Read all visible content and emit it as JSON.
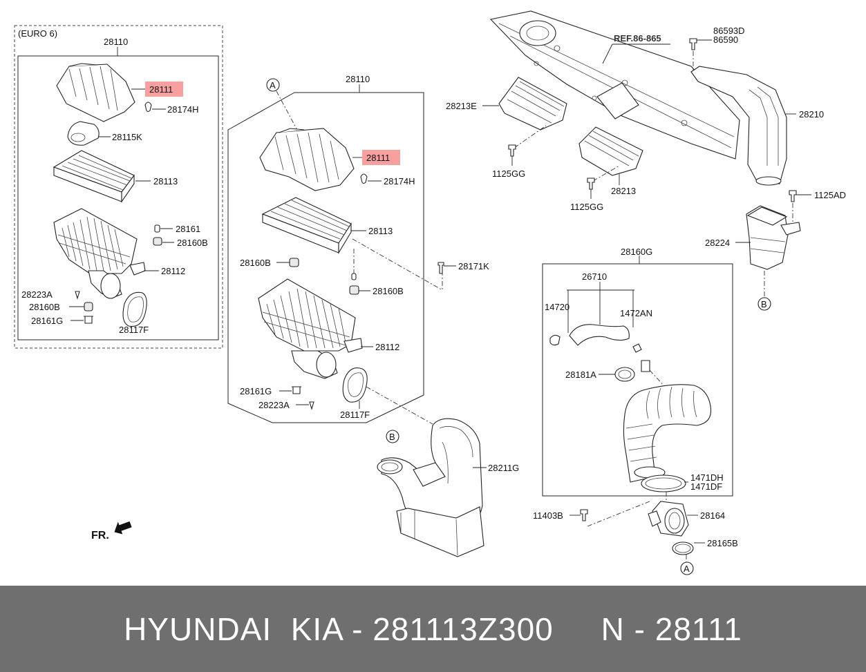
{
  "diagram": {
    "euro_box_label": "(EURO 6)",
    "left": {
      "group": "28110",
      "cover": "28111",
      "clip": "28174H",
      "resonator": "28115K",
      "filter": "28113",
      "grommet": "28161",
      "mount": "28160B",
      "body": "28112",
      "pin": "28223A",
      "mount2": "28160B",
      "bolt": "28161G",
      "seal": "28117F"
    },
    "center": {
      "ref_a": "A",
      "group": "28110",
      "cover": "28111",
      "clip": "28174H",
      "filter": "28113",
      "mount": "28160B",
      "mount_right": "28160B",
      "bolt": "28171K",
      "body": "28112",
      "bolt2": "28161G",
      "pin": "28223A",
      "seal": "28117F"
    },
    "top_right": {
      "ref": "REF.86-865",
      "nut1": "86593D",
      "nut2": "86590",
      "bracket": "28213E",
      "screw1": "1125GG",
      "duct_part": "28213",
      "screw2": "1125GG",
      "duct": "28210",
      "screw3": "1125AD",
      "hose": "28224",
      "ref_b": "B"
    },
    "hose_group": {
      "group": "28160G",
      "hose": "26710",
      "clip1": "14720",
      "clip2": "1472AN",
      "clamp": "28181A",
      "clamp2_a": "1471DH",
      "clamp2_b": "1471DF"
    },
    "bottom": {
      "ref_b": "B",
      "resonator": "28211G",
      "bolt": "11403B",
      "sensor": "28164",
      "ring": "28165B",
      "ref_a": "A",
      "front": "FR."
    }
  },
  "footer": {
    "text": "HYUNDAI  KIA - 281113Z300     N - 28111"
  },
  "colors": {
    "highlight": "#f7a0a0",
    "footer_bg": "#6f6f6f",
    "footer_text": "#ffffff"
  }
}
